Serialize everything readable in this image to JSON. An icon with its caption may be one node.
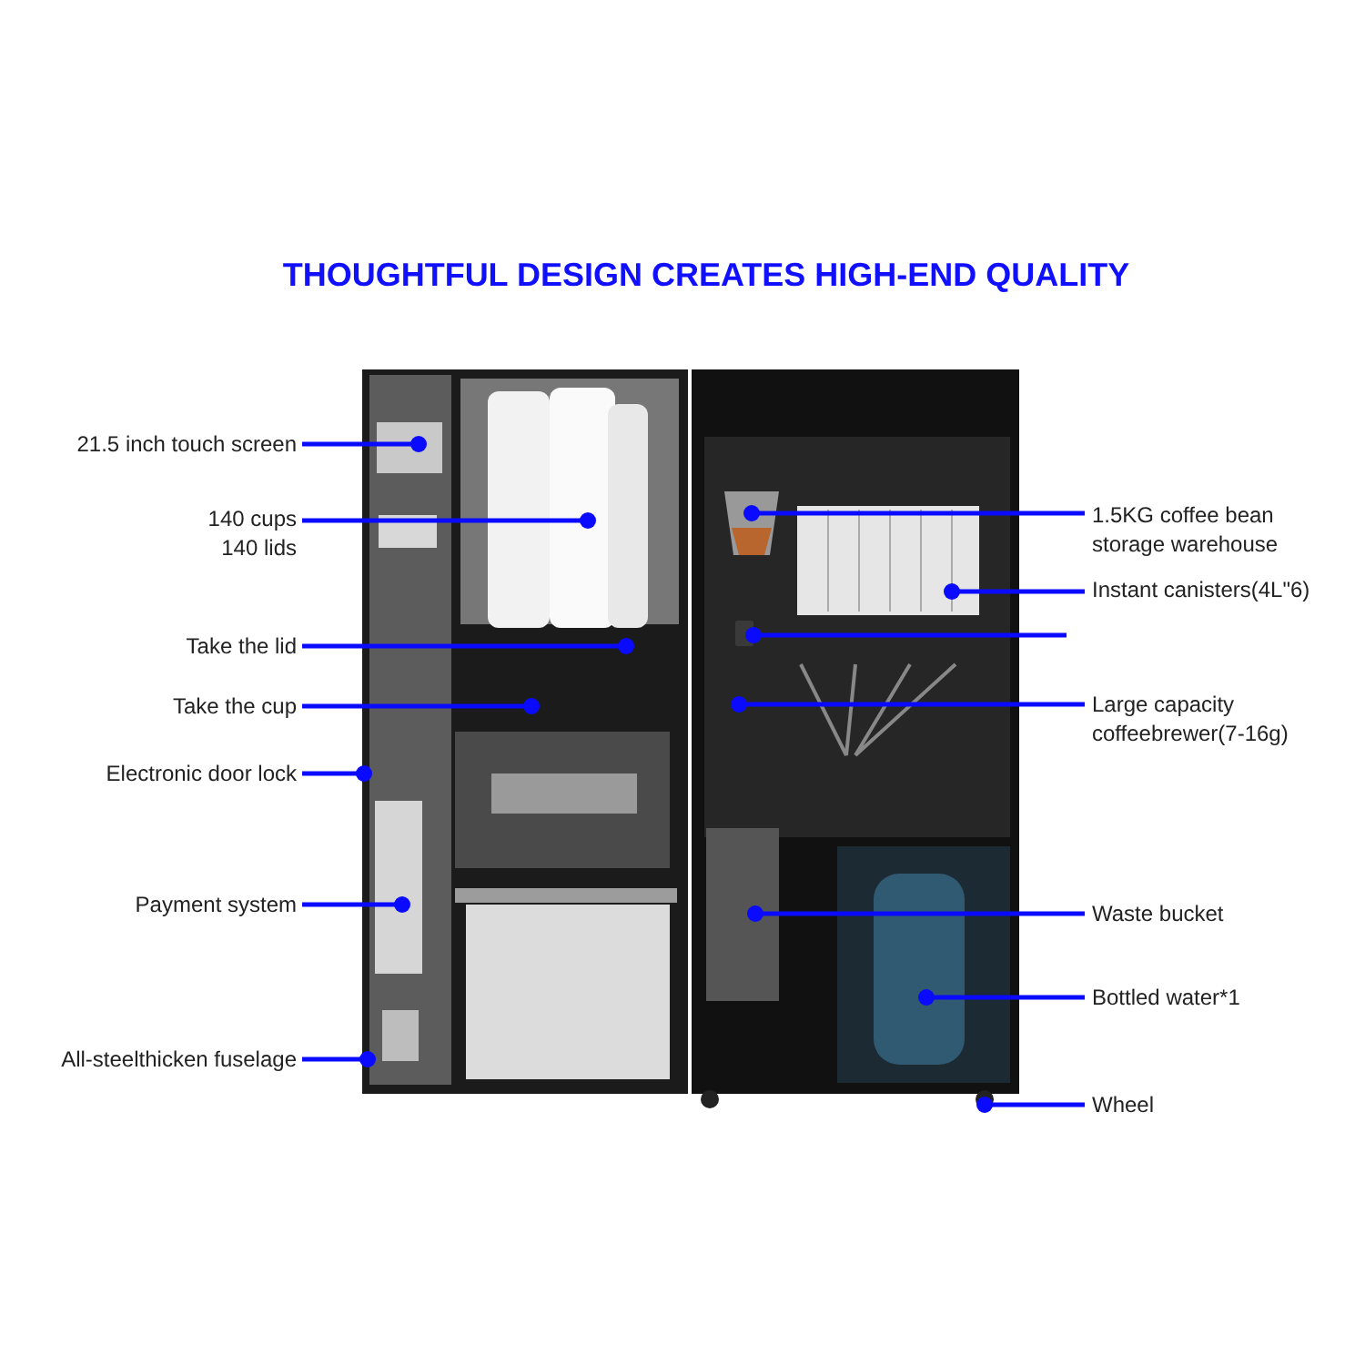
{
  "diagram": {
    "title": "THOUGHTFUL DESIGN CREATES HIGH-END QUALITY",
    "nodes": [
      {
        "text": [
          "21.5 inch touch screen"
        ]
      },
      {
        "text": [
          "140 cups 140 lids"
        ]
      },
      {
        "text": [
          "Take the lid"
        ]
      },
      {
        "text": [
          "Take the cup"
        ]
      },
      {
        "text": [
          "Electronic door lock"
        ]
      },
      {
        "text": [
          "Payment system"
        ]
      },
      {
        "text": [
          "All-steelthicken fuselage"
        ]
      },
      {
        "text": [
          "1.5KG coffee bean storage warehouse"
        ]
      },
      {
        "text": [
          "Instant canisters(4L\"6)"
        ]
      },
      {
        "text": [
          "Large capacity coffeebrewer(7-16g)"
        ]
      },
      {
        "text": [
          "Waste bucket"
        ]
      },
      {
        "text": [
          "Bottled water*1"
        ]
      },
      {
        "text": [
          "Wheel"
        ]
      },
      {
        "text": [],
        "shape": "box"
      }
    ],
    "edges": [
      {
        "from": 0,
        "to": null,
        "arrow": "other"
      },
      {
        "from": 1,
        "to": null,
        "arrow": "other"
      },
      {
        "from": 2,
        "to": null,
        "arrow": "other"
      },
      {
        "from": 3,
        "to": null,
        "arrow": "other"
      },
      {
        "from": 4,
        "to": null,
        "arrow": "other"
      },
      {
        "from": 5,
        "to": null,
        "arrow": "other"
      },
      {
        "from": 6,
        "to": null,
        "arrow": "other"
      },
      {
        "from": 7,
        "to": null,
        "arrow": "other"
      },
      {
        "from": 8,
        "to": null,
        "arrow": "other"
      },
      {
        "from": null,
        "to": 13,
        "arrow": "other"
      },
      {
        "from": 9,
        "to": null,
        "arrow": "other"
      },
      {
        "from": 10,
        "to": null,
        "arrow": "other"
      },
      {
        "from": 11,
        "to": null,
        "arrow": "other"
      },
      {
        "from": 12,
        "to": null,
        "arrow": "other"
      }
    ]
  }
}
